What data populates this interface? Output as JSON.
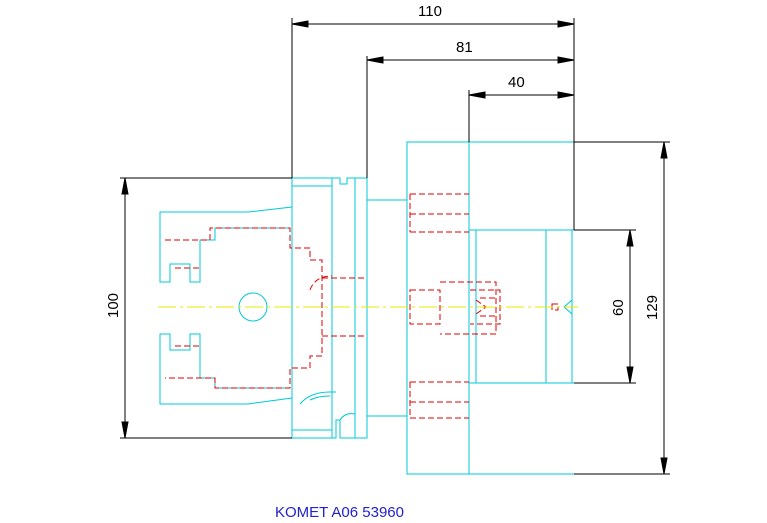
{
  "colors": {
    "outline": "#00c8d8",
    "hidden": "#e00000",
    "centerline": "#e8e800",
    "dimension": "#000000",
    "caption": "#2222cc"
  },
  "dimensions": {
    "d110": "110",
    "d81": "81",
    "d40": "40",
    "d100": "100",
    "d60": "60",
    "d129": "129"
  },
  "caption": "KOMET A06 53960"
}
